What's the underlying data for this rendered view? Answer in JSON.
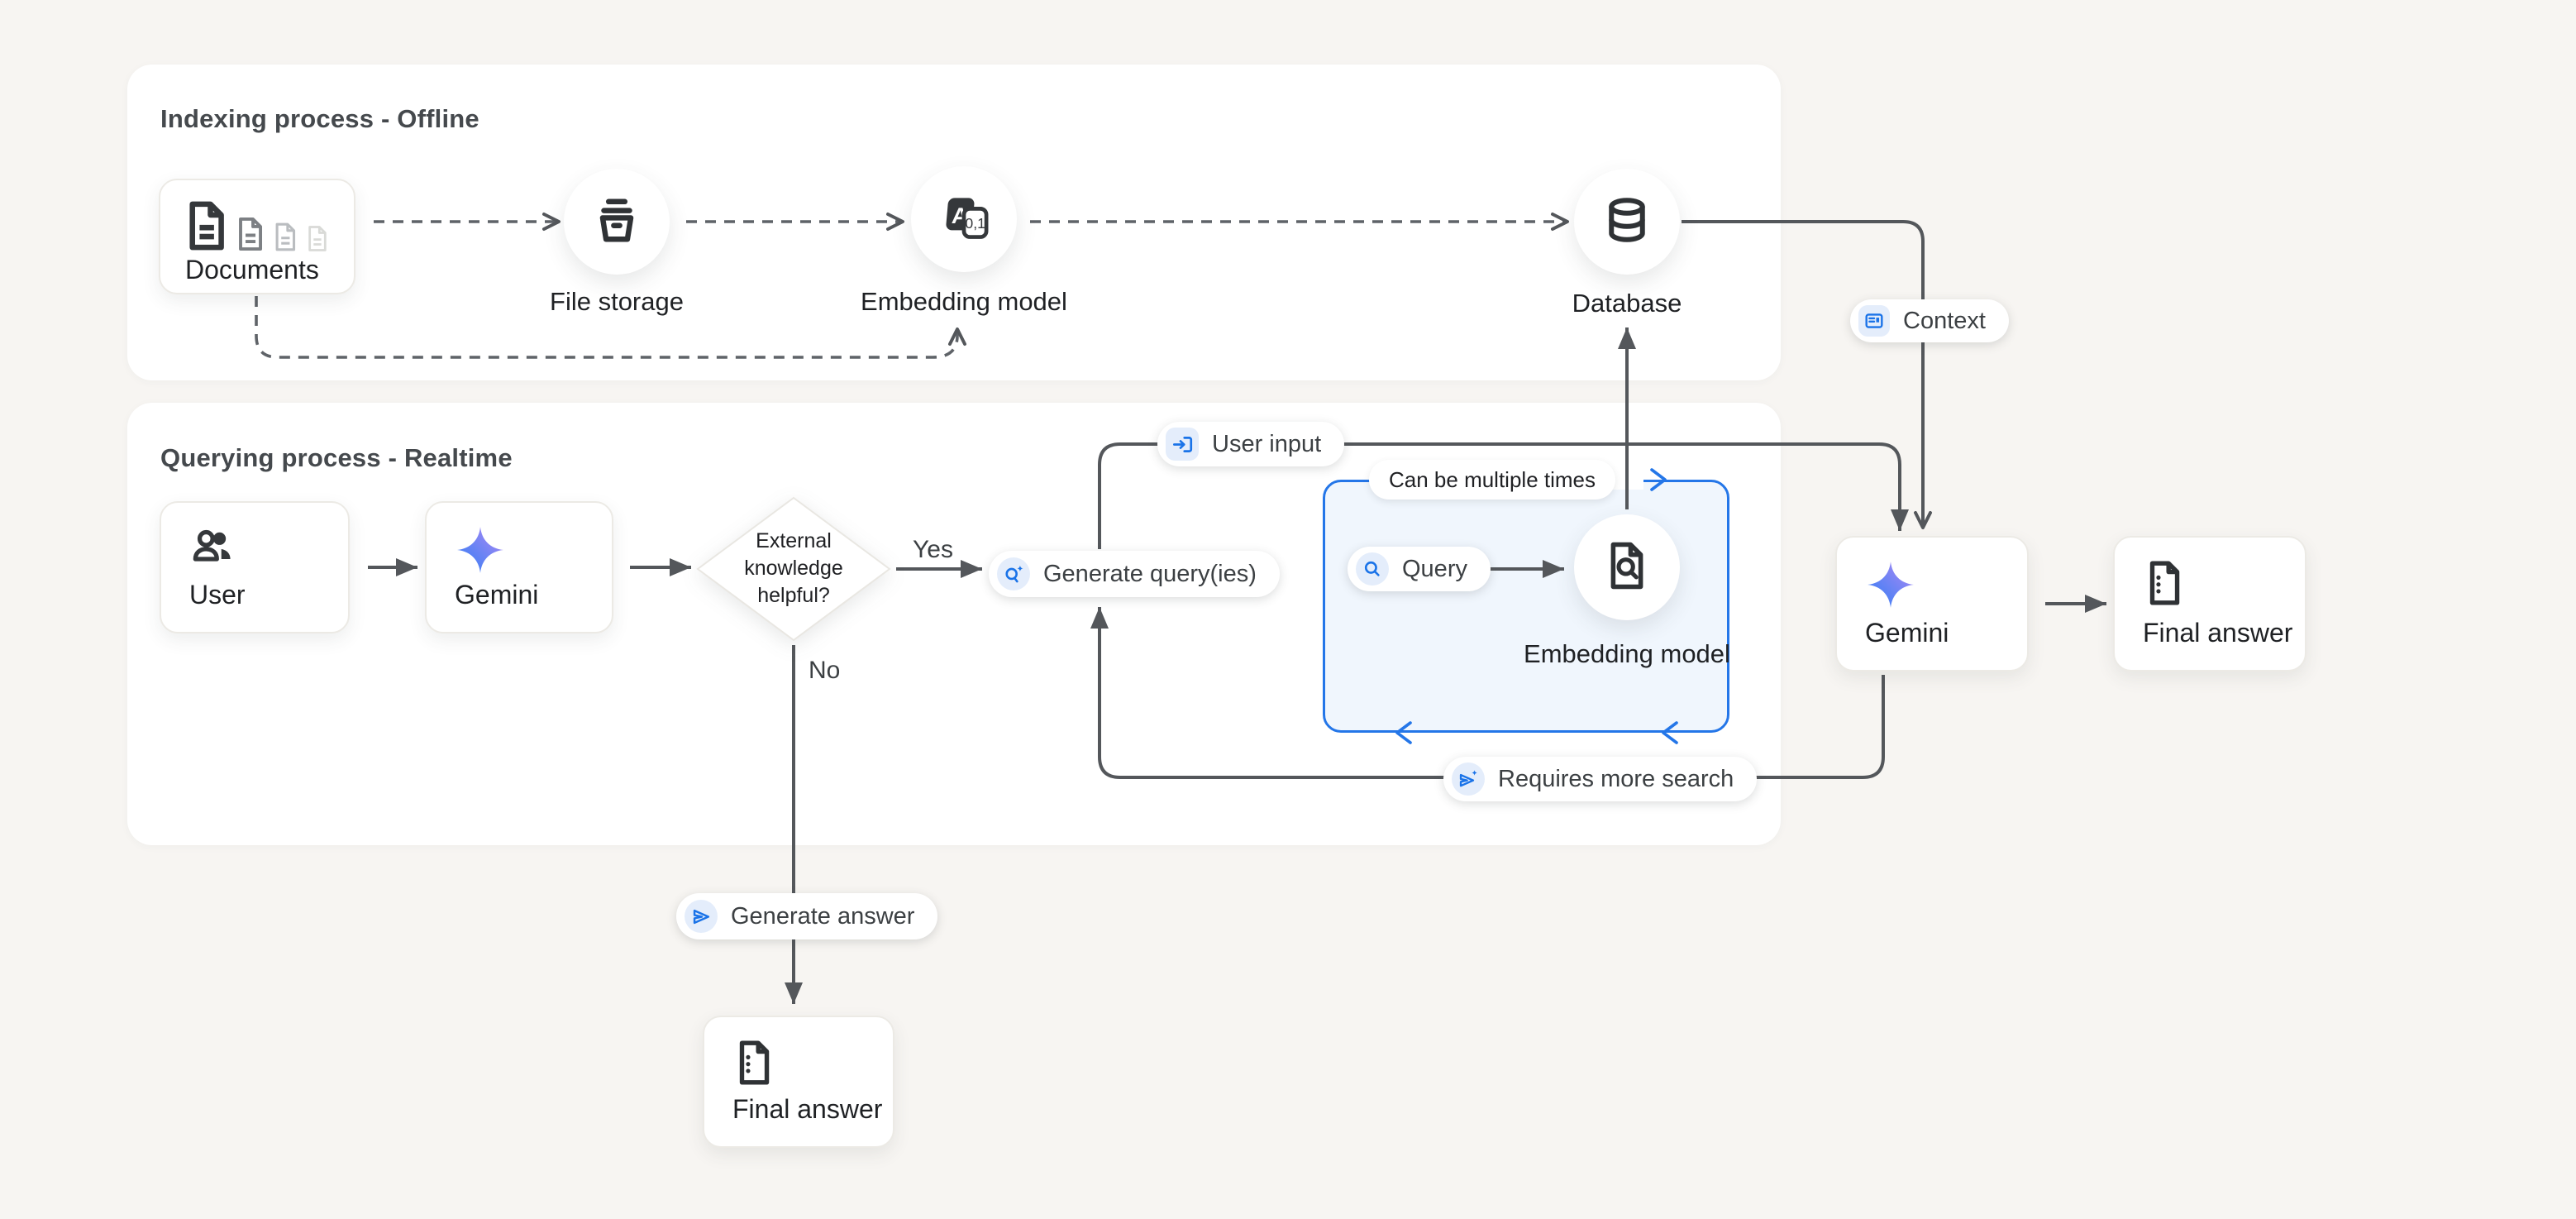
{
  "colors": {
    "page_bg": "#f7f5f2",
    "panel_bg": "#ffffff",
    "accent_blue": "#1a73e8",
    "loop_border_blue": "#2476e8",
    "loop_fill_blue": "#f0f6fd",
    "line_gray": "#54575b",
    "dash_gray": "#5f6368",
    "label_dark": "#1f2124"
  },
  "indexing_panel": {
    "title": "Indexing process - Offline",
    "documents_label": "Documents",
    "file_storage_label": "File storage",
    "embedding_model_label": "Embedding model",
    "database_label": "Database"
  },
  "querying_panel": {
    "title": "Querying process - Realtime",
    "user_label": "User",
    "gemini_label": "Gemini",
    "decision": {
      "line1": "External",
      "line2": "knowledge",
      "line3": "helpful?"
    },
    "yes_label": "Yes",
    "no_label": "No",
    "inner_embedding_model_label": "Embedding model"
  },
  "right_flow": {
    "gemini_label": "Gemini",
    "final_answer_label": "Final answer"
  },
  "bottom_flow": {
    "final_answer_label": "Final answer"
  },
  "chips": {
    "user_input": "User input",
    "generate_queries": "Generate query(ies)",
    "query": "Query",
    "context": "Context",
    "requires_more_search": "Requires more search",
    "generate_answer": "Generate answer",
    "can_be_multiple_times": "Can be multiple times"
  },
  "icons": {
    "documents-icon": "stacked documents",
    "file-storage-icon": "storage bucket",
    "embedding-model-icon": "translate A/0,1",
    "embedding_glyph_a": "A",
    "embedding_glyph_numbers": "0,1",
    "database-icon": "database cylinder",
    "users-icon": "two people",
    "gemini-star-icon": "gemini four point star",
    "doc-search-icon": "document with magnifier",
    "final-answer-doc-icon": "document with dots",
    "search-icon": "magnifier",
    "search-spark-icon": "magnifier with sparkle",
    "send-icon": "send arrow",
    "send-spark-icon": "send arrow with sparkle",
    "input-icon": "arrow into box",
    "article-icon": "article lines"
  }
}
